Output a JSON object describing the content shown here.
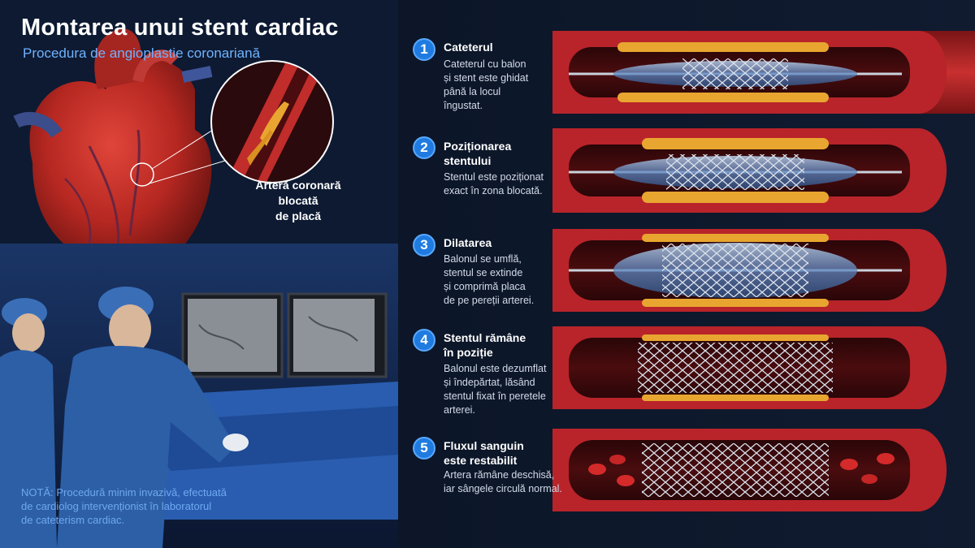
{
  "header": {
    "title": "Montarea unui stent cardiac",
    "subtitle": "Procedura de angioplastie coronariană"
  },
  "callout": {
    "line1": "Arteră coronară",
    "line2": "blocată",
    "line3": "de placă"
  },
  "note": {
    "line1": "NOTĂ: Procedură minim invazivă, efectuată",
    "line2": "de cardiolog intervenționist în laboratorul",
    "line3": "de cateterism cardiac."
  },
  "steps": [
    {
      "number": "1",
      "title": [
        "Cateterul"
      ],
      "desc": [
        "Cateterul cu balon",
        "și stent este ghidat",
        "până la locul",
        "îngustat."
      ]
    },
    {
      "number": "2",
      "title": [
        "Poziționarea",
        "stentului"
      ],
      "desc": [
        "Stentul este poziționat",
        "exact în zona blocată."
      ]
    },
    {
      "number": "3",
      "title": [
        "Dilatarea"
      ],
      "desc": [
        "Balonul se umflă,",
        "stentul se extinde",
        "și comprimă placa",
        "de pe pereții arterei."
      ]
    },
    {
      "number": "4",
      "title": [
        "Stentul rămâne",
        "în poziție"
      ],
      "desc": [
        "Balonul este dezumflat",
        "și îndepărtat, lăsând",
        "stentul fixat în peretele",
        "arterei."
      ]
    },
    {
      "number": "5",
      "title": [
        "Fluxul sanguin",
        "este restabilit"
      ],
      "desc": [
        "Artera rămâne deschisă,",
        "iar sângele circulă normal."
      ]
    }
  ],
  "colors": {
    "background": "#0b1424",
    "accent": "#1f7be0",
    "artery": "#b8242a",
    "plaque": "#e8a630",
    "stent": "#c9d1dc"
  }
}
